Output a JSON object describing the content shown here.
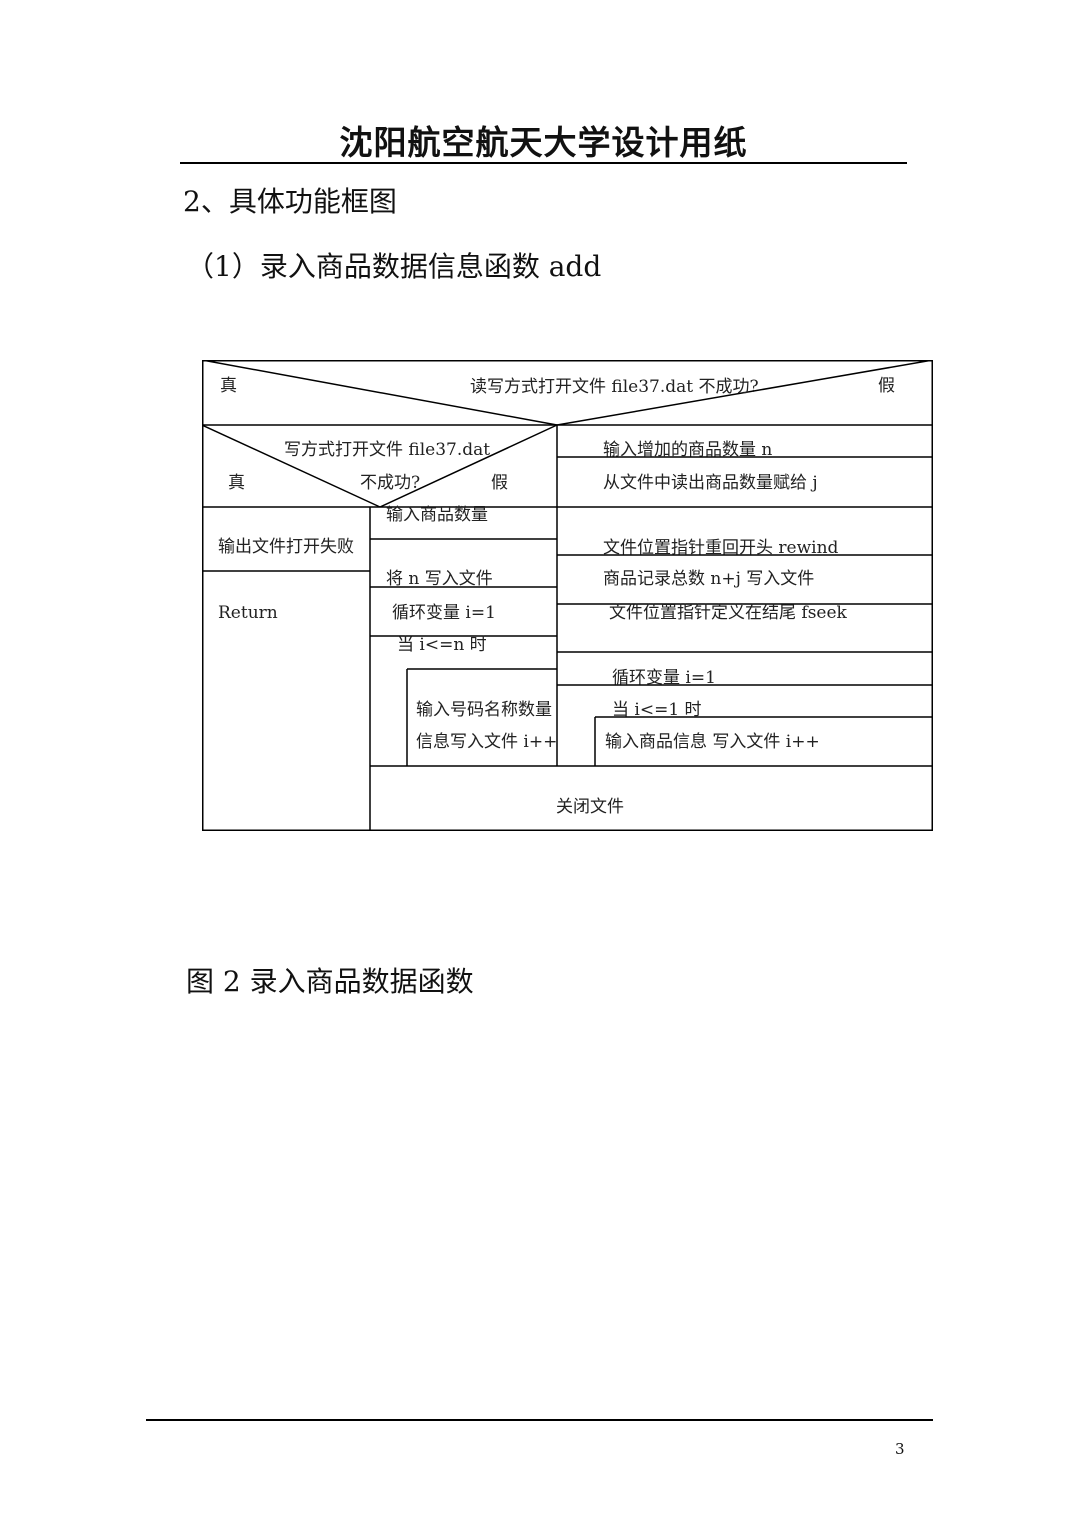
{
  "header": {
    "title": "沈阳航空航天大学设计用纸"
  },
  "section": {
    "heading": "2、具体功能框图",
    "subheading": "（1）录入商品数据信息函数 add"
  },
  "diagram": {
    "top": {
      "true": "真",
      "cond": "读写方式打开文件 file37.dat 不成功?",
      "false": "假"
    },
    "left_if": {
      "cond_line1": "写方式打开文件 file37.dat",
      "true": "真",
      "cond_line2": "不成功?",
      "false": "假"
    },
    "right_steps": {
      "input_n": "输入增加的商品数量 n",
      "read_j": "从文件中读出商品数量赋给 j",
      "rewind": "文件位置指针重回开头 rewind",
      "write_total": "商品记录总数 n+j 写入文件",
      "fseek": "文件位置指针定义在结尾 fseek",
      "loop_var": "循环变量 i=1",
      "loop_cond": "当 i<=1 时",
      "loop_body": "输入商品信息  写入文件  i++"
    },
    "true_branch": {
      "output_fail": "输出文件打开失败",
      "return": "Return"
    },
    "middle_steps": {
      "input_count": "输入商品数量",
      "write_n": "将 n 写入文件",
      "loop_var": "循环变量 i=1",
      "loop_cond": "当 i<=n 时",
      "loop_body_1": "输入号码名称数量",
      "loop_body_2": "信息写入文件 i++"
    },
    "close": "关闭文件"
  },
  "figure_caption": "图 2  录入商品数据函数",
  "page_number": "3"
}
